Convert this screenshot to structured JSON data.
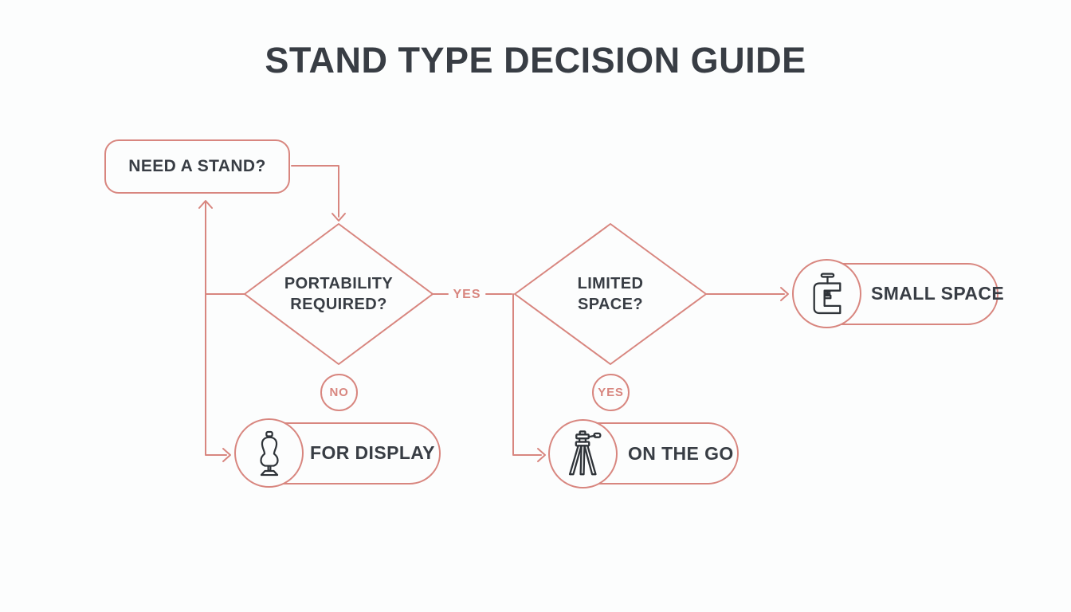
{
  "title": "STAND TYPE DECISION GUIDE",
  "flowchart": {
    "start": {
      "label": "NEED A STAND?"
    },
    "decisions": [
      {
        "id": "portability",
        "line1": "PORTABILITY",
        "line2": "REQUIRED?"
      },
      {
        "id": "limited-space",
        "line1": "LIMITED",
        "line2": "SPACE?"
      }
    ],
    "branch_labels": {
      "portability_yes": "YES",
      "portability_no": "NO",
      "limited_space_yes": "YES"
    },
    "results": [
      {
        "id": "for-display",
        "label": "FOR DISPLAY",
        "icon": "mannequin-icon"
      },
      {
        "id": "on-the-go",
        "label": "ON THE GO",
        "icon": "tripod-icon"
      },
      {
        "id": "small-space",
        "label": "SMALL SPACE",
        "icon": "clamp-icon"
      }
    ]
  },
  "colors": {
    "accent": "#d8867f",
    "text": "#383d44",
    "icon_stroke": "#2e3338",
    "background": "#fcfdfd"
  }
}
